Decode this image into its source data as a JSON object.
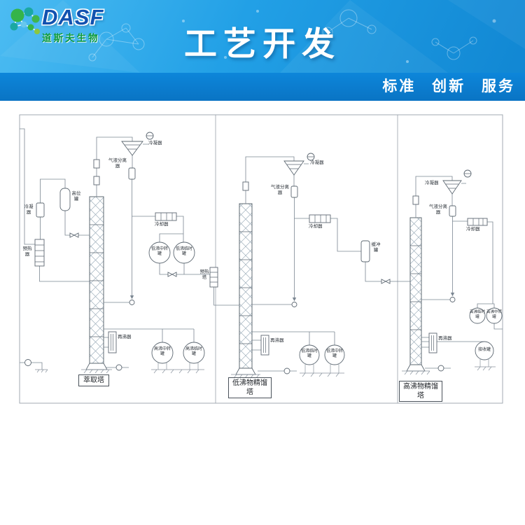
{
  "header": {
    "brand": "DASF",
    "brand_sub": "道斯夫生物",
    "title": "工艺开发",
    "tagline": "标准 创新 服务",
    "colors": {
      "banner_blue": "#22a0e6",
      "strip_blue": "#0d86da",
      "brand_blue": "#1252b0",
      "brand_green": "#0c9a3e"
    }
  },
  "diagram": {
    "labels": {
      "s1_condenser_top": "冷凝器",
      "s1_separator": "气液分离器",
      "s1_head_tank": "高位罐",
      "s1_condenser_left": "冷凝器",
      "s1_preheater": "预热器",
      "s1_cooler": "冷却器",
      "s1_tank_low_transfer": "低沸中转罐",
      "s1_tank_low_temp": "低沸临时罐",
      "s1_reboiler": "再沸器",
      "s1_tank_high_transfer": "高沸中转罐",
      "s1_tank_high_temp": "高沸临时罐",
      "s1_tower": "萃取塔",
      "s2_condenser": "冷凝器",
      "s2_separator": "气液分离器",
      "s2_cooler": "冷却器",
      "s2_preheat_tower": "预热塔",
      "s2_reboiler": "再沸器",
      "s2_tank_low_temp": "低沸临时罐",
      "s2_tank_low_transfer": "低沸中转罐",
      "s2_tower": "低沸物精馏塔",
      "s3_condenser": "冷凝器",
      "s3_separator": "气液分离器",
      "s3_cooler": "冷却器",
      "s3_buffer": "缓冲罐",
      "s3_tank_high_temp": "高沸临时罐",
      "s3_tank_high_transfer": "高沸中转罐",
      "s3_reboiler": "再沸器",
      "s3_receiver": "接收罐",
      "s3_tower": "高沸物精馏塔"
    }
  }
}
